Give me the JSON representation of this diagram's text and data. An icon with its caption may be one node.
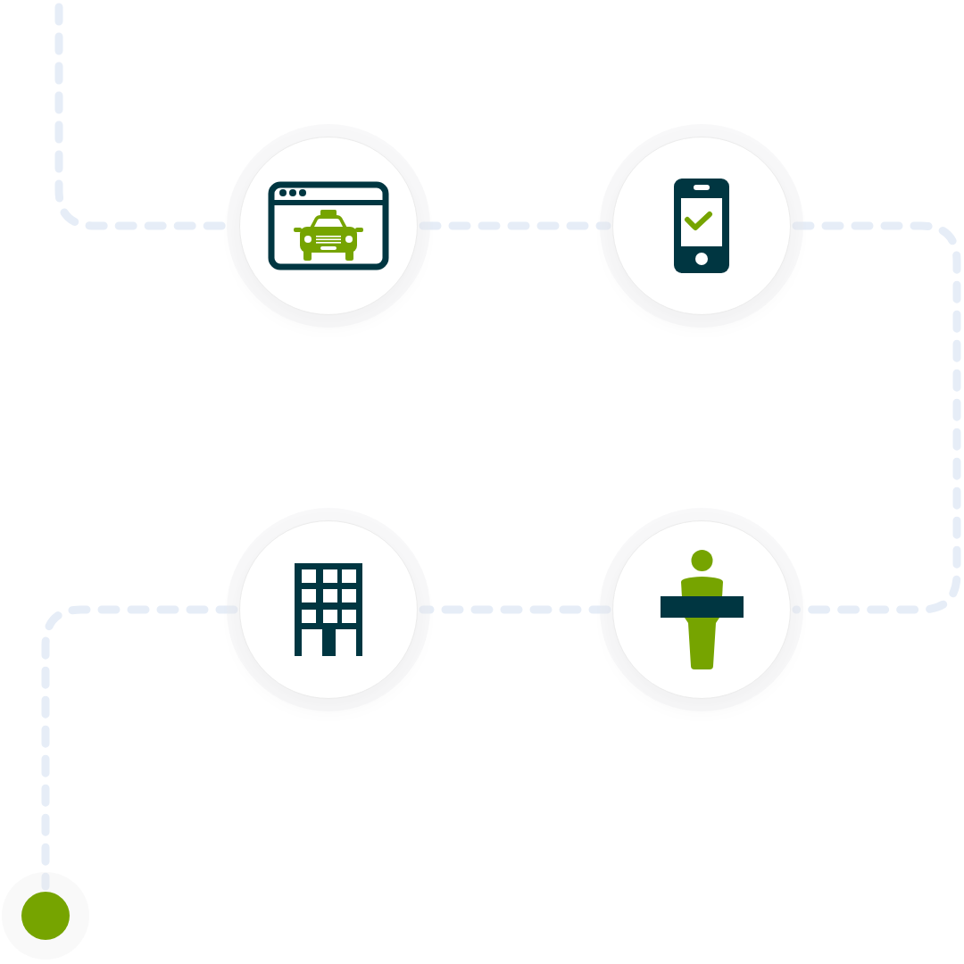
{
  "diagram": {
    "nodes": [
      {
        "text": [],
        "shape": "picture"
      },
      {
        "text": [],
        "shape": "picture"
      },
      {
        "text": [],
        "shape": "picture"
      },
      {
        "text": [],
        "shape": "picture"
      },
      {
        "text": [],
        "shape": "circle"
      }
    ],
    "edges": [
      {
        "from": null,
        "to": 0,
        "arrow": "none",
        "style": "dashed"
      },
      {
        "from": 0,
        "to": 1,
        "arrow": "none",
        "style": "dashed"
      },
      {
        "from": 1,
        "to": 2,
        "arrow": "none",
        "style": "dashed"
      },
      {
        "from": 2,
        "to": 3,
        "arrow": "none",
        "style": "dashed"
      },
      {
        "from": 3,
        "to": 4,
        "arrow": "none",
        "style": "dashed"
      }
    ]
  }
}
